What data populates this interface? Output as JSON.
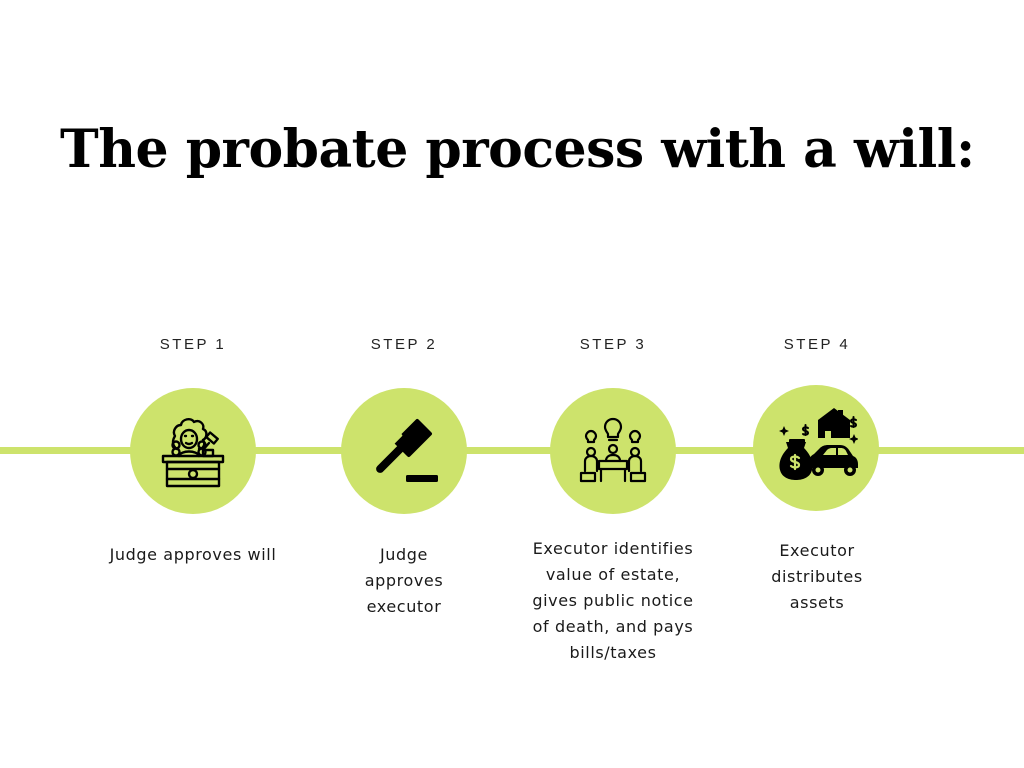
{
  "title": "The probate process with a will:",
  "colors": {
    "accent": "#cde36c",
    "icon": "#000000"
  },
  "steps": [
    {
      "label": "STEP 1",
      "icon": "judge-icon",
      "description": "Judge approves will"
    },
    {
      "label": "STEP 2",
      "icon": "gavel-icon",
      "description": "Judge approves executor"
    },
    {
      "label": "STEP 3",
      "icon": "meeting-icon",
      "description": "Executor identifies value of estate, gives public notice of death, and pays bills/taxes"
    },
    {
      "label": "STEP 4",
      "icon": "assets-icon",
      "description": "Executor distributes assets"
    }
  ]
}
